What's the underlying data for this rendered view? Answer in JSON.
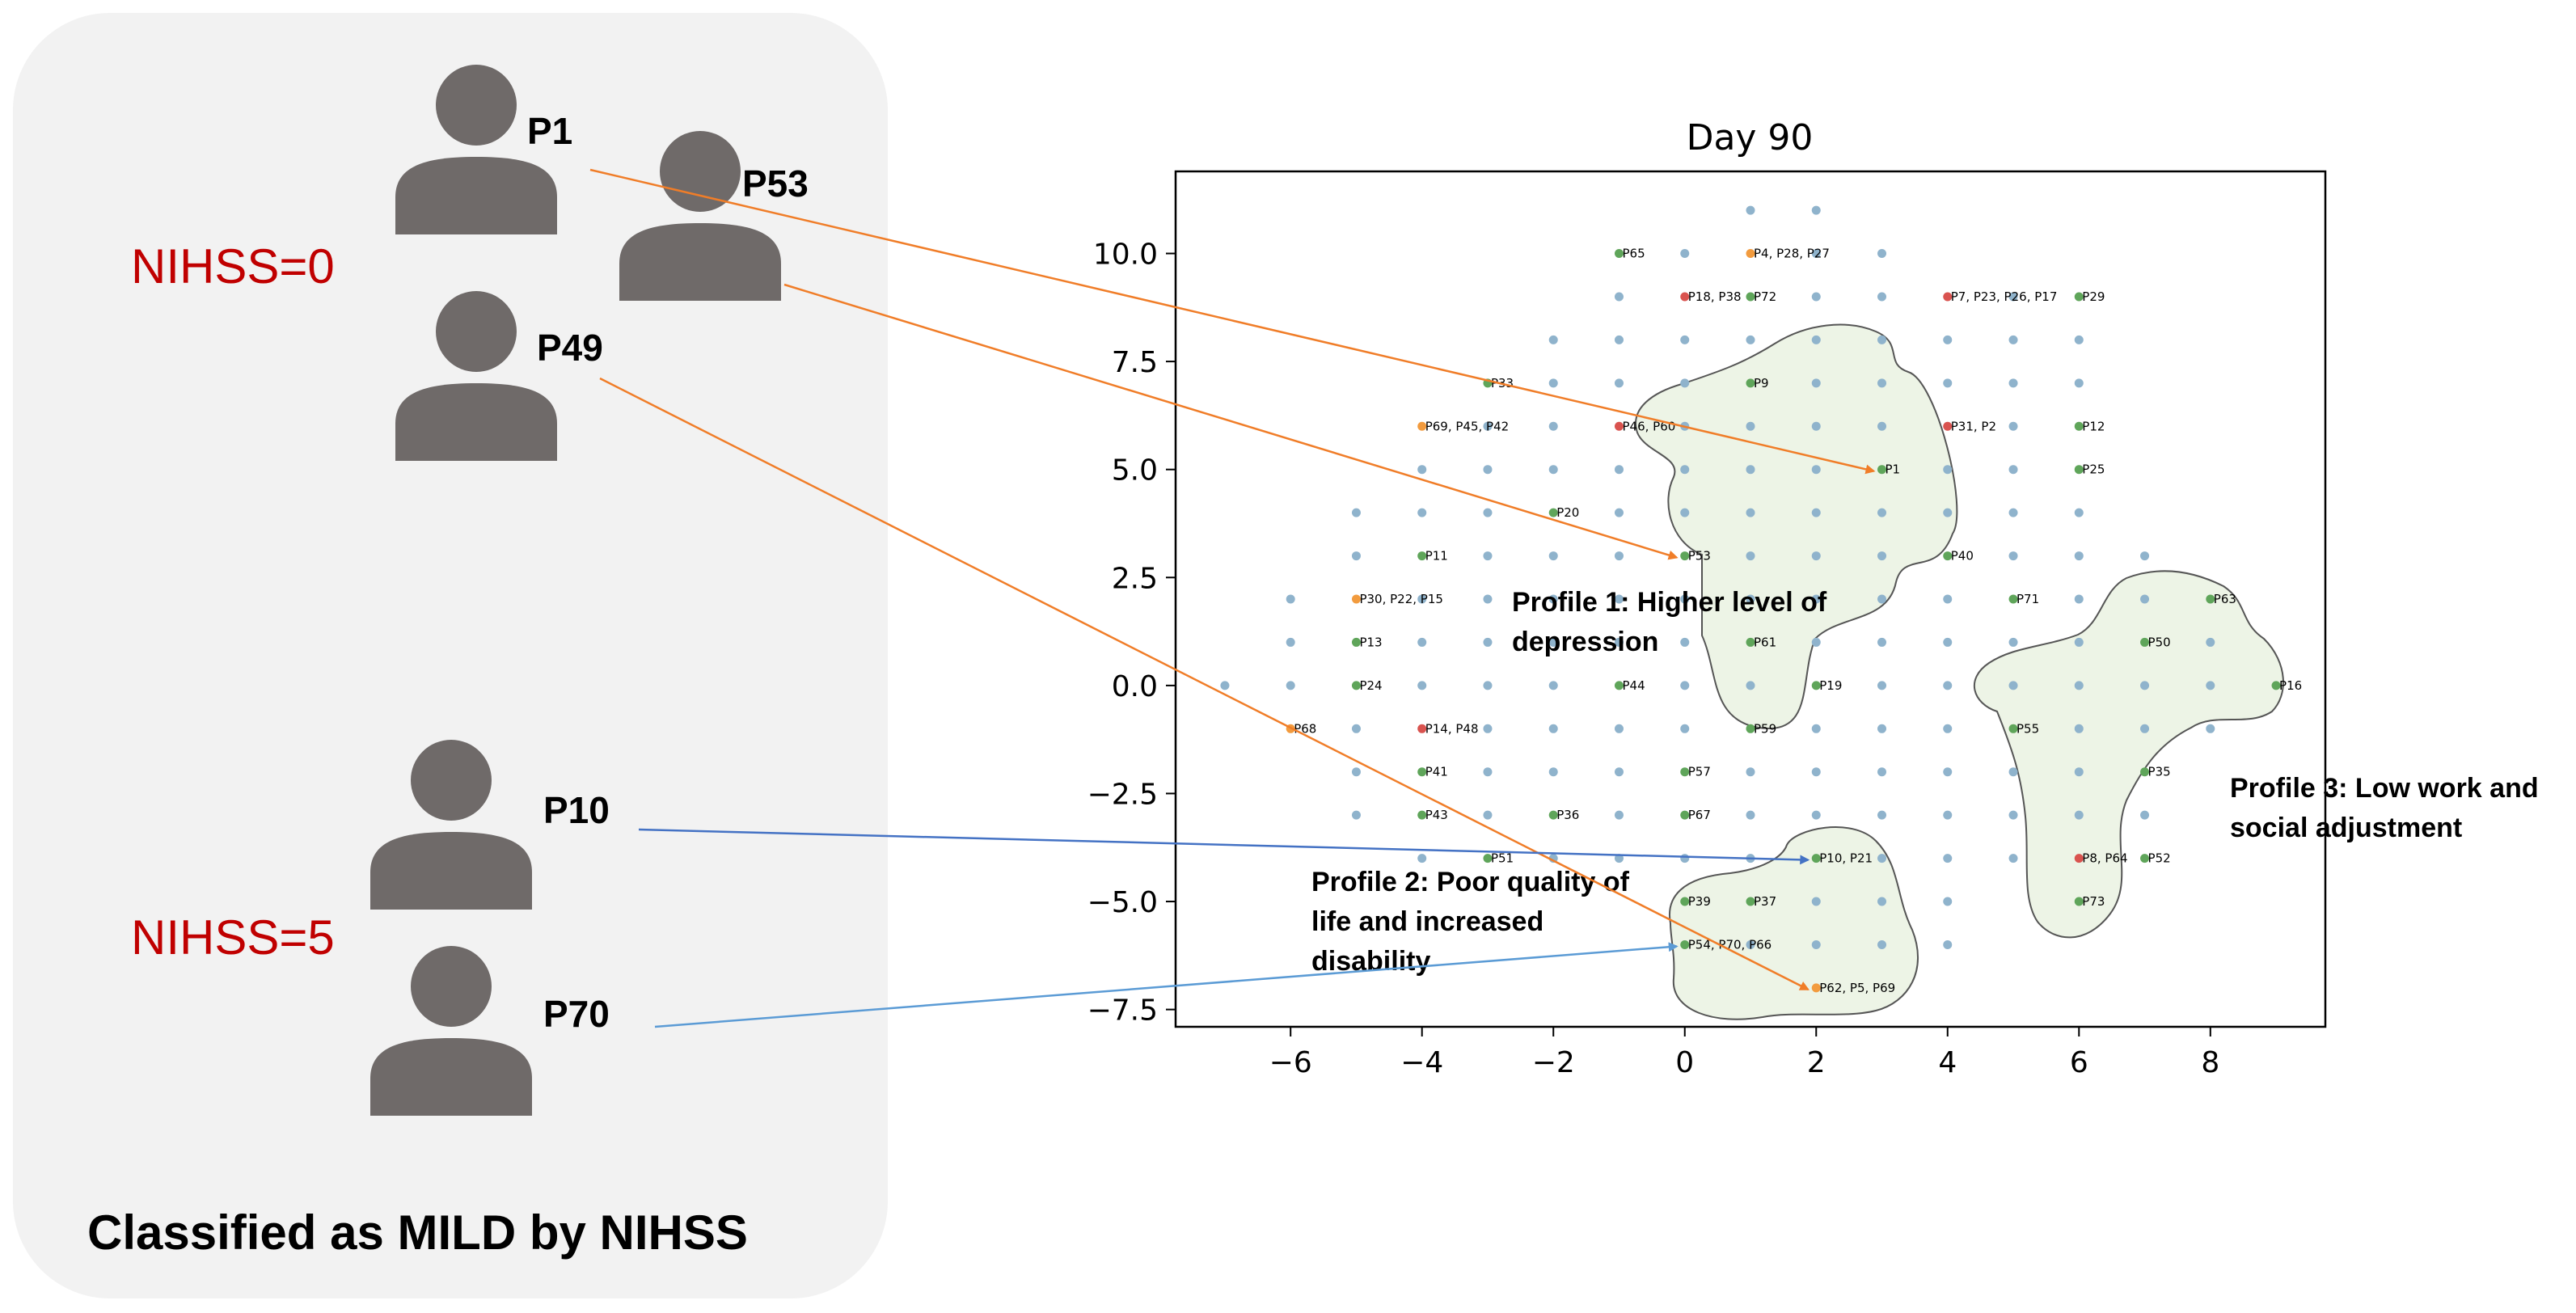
{
  "left_panel": {
    "caption": "Classified as MILD by NIHSS",
    "groups": [
      {
        "label": "NIHSS=0",
        "color": "#c00000"
      },
      {
        "label": "NIHSS=5",
        "color": "#c00000"
      }
    ],
    "patients": [
      {
        "id": "P1",
        "group": 0
      },
      {
        "id": "P53",
        "group": 0
      },
      {
        "id": "P49",
        "group": 0
      },
      {
        "id": "P10",
        "group": 1
      },
      {
        "id": "P70",
        "group": 1
      }
    ]
  },
  "chart_data": {
    "type": "scatter",
    "title": "Day 90",
    "xlabel": "",
    "ylabel": "",
    "xlim": [
      -7.75,
      9.75
    ],
    "ylim": [
      -7.9,
      11.9
    ],
    "xticks": [
      -6,
      -4,
      -2,
      0,
      2,
      4,
      6,
      8
    ],
    "yticks": [
      -7.5,
      -5.0,
      -2.5,
      0.0,
      2.5,
      5.0,
      7.5,
      10.0
    ],
    "grid_color": "#8fb3cc",
    "colors": {
      "green": "#5fa55a",
      "orange": "#f29b3e",
      "red": "#d9534f"
    },
    "labeled_points": [
      {
        "x": -1,
        "y": 10,
        "label": "P65",
        "color": "green"
      },
      {
        "x": 1,
        "y": 10,
        "label": "P4, P28, P27",
        "color": "orange"
      },
      {
        "x": 0,
        "y": 9,
        "label": "P18, P38",
        "color": "red"
      },
      {
        "x": 1,
        "y": 9,
        "label": "P72",
        "color": "green"
      },
      {
        "x": 4,
        "y": 9,
        "label": "P7, P23, P26, P17",
        "color": "red"
      },
      {
        "x": 6,
        "y": 9,
        "label": "P29",
        "color": "green"
      },
      {
        "x": -3,
        "y": 7,
        "label": "P33",
        "color": "green"
      },
      {
        "x": 1,
        "y": 7,
        "label": "P9",
        "color": "green"
      },
      {
        "x": -4,
        "y": 6,
        "label": "P69, P45, P42",
        "color": "orange"
      },
      {
        "x": -1,
        "y": 6,
        "label": "P46, P60",
        "color": "red"
      },
      {
        "x": 4,
        "y": 6,
        "label": "P31, P2",
        "color": "red"
      },
      {
        "x": 6,
        "y": 6,
        "label": "P12",
        "color": "green"
      },
      {
        "x": 3,
        "y": 5,
        "label": "P1",
        "color": "green"
      },
      {
        "x": 6,
        "y": 5,
        "label": "P25",
        "color": "green"
      },
      {
        "x": -2,
        "y": 4,
        "label": "P20",
        "color": "green"
      },
      {
        "x": -4,
        "y": 3,
        "label": "P11",
        "color": "green"
      },
      {
        "x": 0,
        "y": 3,
        "label": "P53",
        "color": "green"
      },
      {
        "x": 4,
        "y": 3,
        "label": "P40",
        "color": "green"
      },
      {
        "x": -5,
        "y": 2,
        "label": "P30, P22, P15",
        "color": "orange"
      },
      {
        "x": 5,
        "y": 2,
        "label": "P71",
        "color": "green"
      },
      {
        "x": 8,
        "y": 2,
        "label": "P63",
        "color": "green"
      },
      {
        "x": -5,
        "y": 1,
        "label": "P13",
        "color": "green"
      },
      {
        "x": 1,
        "y": 1,
        "label": "P61",
        "color": "green"
      },
      {
        "x": 7,
        "y": 1,
        "label": "P50",
        "color": "green"
      },
      {
        "x": -5,
        "y": 0,
        "label": "P24",
        "color": "green"
      },
      {
        "x": -1,
        "y": 0,
        "label": "P44",
        "color": "green"
      },
      {
        "x": 2,
        "y": 0,
        "label": "P19",
        "color": "green"
      },
      {
        "x": 9,
        "y": 0,
        "label": "P16",
        "color": "green"
      },
      {
        "x": -6,
        "y": -1,
        "label": "P68",
        "color": "orange"
      },
      {
        "x": -4,
        "y": -1,
        "label": "P14, P48",
        "color": "red"
      },
      {
        "x": 1,
        "y": -1,
        "label": "P59",
        "color": "green"
      },
      {
        "x": 5,
        "y": -1,
        "label": "P55",
        "color": "green"
      },
      {
        "x": -4,
        "y": -2,
        "label": "P41",
        "color": "green"
      },
      {
        "x": 0,
        "y": -2,
        "label": "P57",
        "color": "green"
      },
      {
        "x": 7,
        "y": -2,
        "label": "P35",
        "color": "green"
      },
      {
        "x": -4,
        "y": -3,
        "label": "P43",
        "color": "green"
      },
      {
        "x": -2,
        "y": -3,
        "label": "P36",
        "color": "green"
      },
      {
        "x": 0,
        "y": -3,
        "label": "P67",
        "color": "green"
      },
      {
        "x": -3,
        "y": -4,
        "label": "P51",
        "color": "green"
      },
      {
        "x": 2,
        "y": -4,
        "label": "P10, P21",
        "color": "green"
      },
      {
        "x": 6,
        "y": -4,
        "label": "P8, P64",
        "color": "red"
      },
      {
        "x": 7,
        "y": -4,
        "label": "P52",
        "color": "green"
      },
      {
        "x": 0,
        "y": -5,
        "label": "P39",
        "color": "green"
      },
      {
        "x": 1,
        "y": -5,
        "label": "P37",
        "color": "green"
      },
      {
        "x": 6,
        "y": -5,
        "label": "P73",
        "color": "green"
      },
      {
        "x": 0,
        "y": -6,
        "label": "P54, P70, P66",
        "color": "green"
      },
      {
        "x": 2,
        "y": -7,
        "label": "P62, P5, P69",
        "color": "orange"
      }
    ],
    "grid_points": [
      [
        1,
        11
      ],
      [
        2,
        11
      ],
      [
        0,
        10
      ],
      [
        2,
        10
      ],
      [
        3,
        10
      ],
      [
        -1,
        9
      ],
      [
        2,
        9
      ],
      [
        3,
        9
      ],
      [
        5,
        9
      ],
      [
        -2,
        8
      ],
      [
        -1,
        8
      ],
      [
        0,
        8
      ],
      [
        1,
        8
      ],
      [
        2,
        8
      ],
      [
        3,
        8
      ],
      [
        4,
        8
      ],
      [
        5,
        8
      ],
      [
        6,
        8
      ],
      [
        -2,
        7
      ],
      [
        -1,
        7
      ],
      [
        0,
        7
      ],
      [
        2,
        7
      ],
      [
        3,
        7
      ],
      [
        4,
        7
      ],
      [
        5,
        7
      ],
      [
        6,
        7
      ],
      [
        -3,
        6
      ],
      [
        -2,
        6
      ],
      [
        0,
        6
      ],
      [
        1,
        6
      ],
      [
        2,
        6
      ],
      [
        3,
        6
      ],
      [
        5,
        6
      ],
      [
        -4,
        5
      ],
      [
        -3,
        5
      ],
      [
        -2,
        5
      ],
      [
        -1,
        5
      ],
      [
        0,
        5
      ],
      [
        1,
        5
      ],
      [
        2,
        5
      ],
      [
        4,
        5
      ],
      [
        5,
        5
      ],
      [
        -5,
        4
      ],
      [
        -4,
        4
      ],
      [
        -3,
        4
      ],
      [
        -1,
        4
      ],
      [
        0,
        4
      ],
      [
        1,
        4
      ],
      [
        2,
        4
      ],
      [
        3,
        4
      ],
      [
        4,
        4
      ],
      [
        5,
        4
      ],
      [
        6,
        4
      ],
      [
        -5,
        3
      ],
      [
        -3,
        3
      ],
      [
        -2,
        3
      ],
      [
        -1,
        3
      ],
      [
        1,
        3
      ],
      [
        2,
        3
      ],
      [
        3,
        3
      ],
      [
        5,
        3
      ],
      [
        6,
        3
      ],
      [
        7,
        3
      ],
      [
        -6,
        2
      ],
      [
        -4,
        2
      ],
      [
        -3,
        2
      ],
      [
        -2,
        2
      ],
      [
        -1,
        2
      ],
      [
        0,
        2
      ],
      [
        1,
        2
      ],
      [
        2,
        2
      ],
      [
        3,
        2
      ],
      [
        4,
        2
      ],
      [
        6,
        2
      ],
      [
        7,
        2
      ],
      [
        -6,
        1
      ],
      [
        -4,
        1
      ],
      [
        -3,
        1
      ],
      [
        -2,
        1
      ],
      [
        -1,
        1
      ],
      [
        0,
        1
      ],
      [
        2,
        1
      ],
      [
        3,
        1
      ],
      [
        4,
        1
      ],
      [
        5,
        1
      ],
      [
        6,
        1
      ],
      [
        8,
        1
      ],
      [
        -7,
        0
      ],
      [
        -6,
        0
      ],
      [
        -4,
        0
      ],
      [
        -3,
        0
      ],
      [
        -2,
        0
      ],
      [
        0,
        0
      ],
      [
        1,
        0
      ],
      [
        3,
        0
      ],
      [
        4,
        0
      ],
      [
        5,
        0
      ],
      [
        6,
        0
      ],
      [
        7,
        0
      ],
      [
        8,
        0
      ],
      [
        -5,
        -1
      ],
      [
        -3,
        -1
      ],
      [
        -2,
        -1
      ],
      [
        -1,
        -1
      ],
      [
        0,
        -1
      ],
      [
        2,
        -1
      ],
      [
        3,
        -1
      ],
      [
        4,
        -1
      ],
      [
        6,
        -1
      ],
      [
        7,
        -1
      ],
      [
        8,
        -1
      ],
      [
        -5,
        -2
      ],
      [
        -3,
        -2
      ],
      [
        -2,
        -2
      ],
      [
        -1,
        -2
      ],
      [
        1,
        -2
      ],
      [
        2,
        -2
      ],
      [
        3,
        -2
      ],
      [
        4,
        -2
      ],
      [
        5,
        -2
      ],
      [
        6,
        -2
      ],
      [
        -5,
        -3
      ],
      [
        -3,
        -3
      ],
      [
        -1,
        -3
      ],
      [
        1,
        -3
      ],
      [
        2,
        -3
      ],
      [
        3,
        -3
      ],
      [
        4,
        -3
      ],
      [
        5,
        -3
      ],
      [
        6,
        -3
      ],
      [
        7,
        -3
      ],
      [
        -4,
        -4
      ],
      [
        -2,
        -4
      ],
      [
        -1,
        -4
      ],
      [
        0,
        -4
      ],
      [
        1,
        -4
      ],
      [
        3,
        -4
      ],
      [
        4,
        -4
      ],
      [
        5,
        -4
      ],
      [
        2,
        -5
      ],
      [
        3,
        -5
      ],
      [
        4,
        -5
      ],
      [
        1,
        -6
      ],
      [
        2,
        -6
      ],
      [
        3,
        -6
      ],
      [
        4,
        -6
      ]
    ],
    "annotations": [
      {
        "lines": [
          "Profile 1: Higher level of",
          "depression"
        ]
      },
      {
        "lines": [
          "Profile 2: Poor quality of",
          "life and increased",
          "disability"
        ]
      },
      {
        "lines": [
          "Profile 3: Low work and",
          "social adjustment"
        ]
      }
    ],
    "arrows": [
      {
        "from": "P1",
        "to_x": 3,
        "to_y": 5,
        "color": "#f07d28"
      },
      {
        "from": "P53",
        "to_x": 0,
        "to_y": 3,
        "color": "#f07d28"
      },
      {
        "from": "P49",
        "to_x": 2,
        "to_y": -7,
        "color": "#f07d28"
      },
      {
        "from": "P10",
        "to_x": 2,
        "to_y": -4,
        "color": "#4472c4"
      },
      {
        "from": "P70",
        "to_x": 0,
        "to_y": -6,
        "color": "#5b9bd5"
      }
    ]
  }
}
